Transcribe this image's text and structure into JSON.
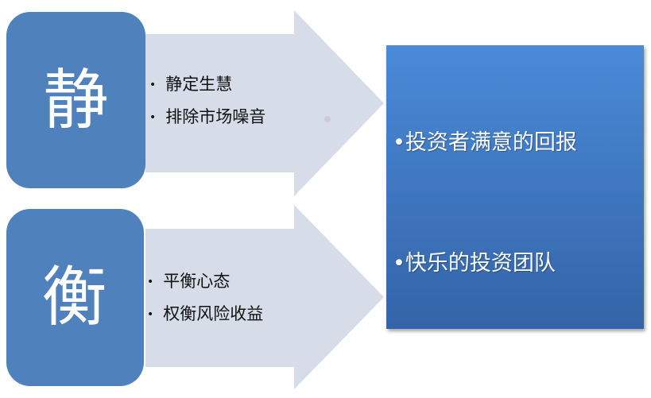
{
  "blocks": [
    {
      "title": "静",
      "bullets": [
        "静定生慧",
        "排除市场噪音"
      ]
    },
    {
      "title": "衡",
      "bullets": [
        "平衡心态",
        "权衡风险收益"
      ]
    }
  ],
  "result": {
    "items": [
      "•投资者满意的回报",
      "•快乐的投资团队"
    ]
  },
  "colors": {
    "box": "#4f81bd",
    "arrow": "#d6dde9",
    "result_top": "#4a8ad8",
    "result_bottom": "#3464a8"
  }
}
